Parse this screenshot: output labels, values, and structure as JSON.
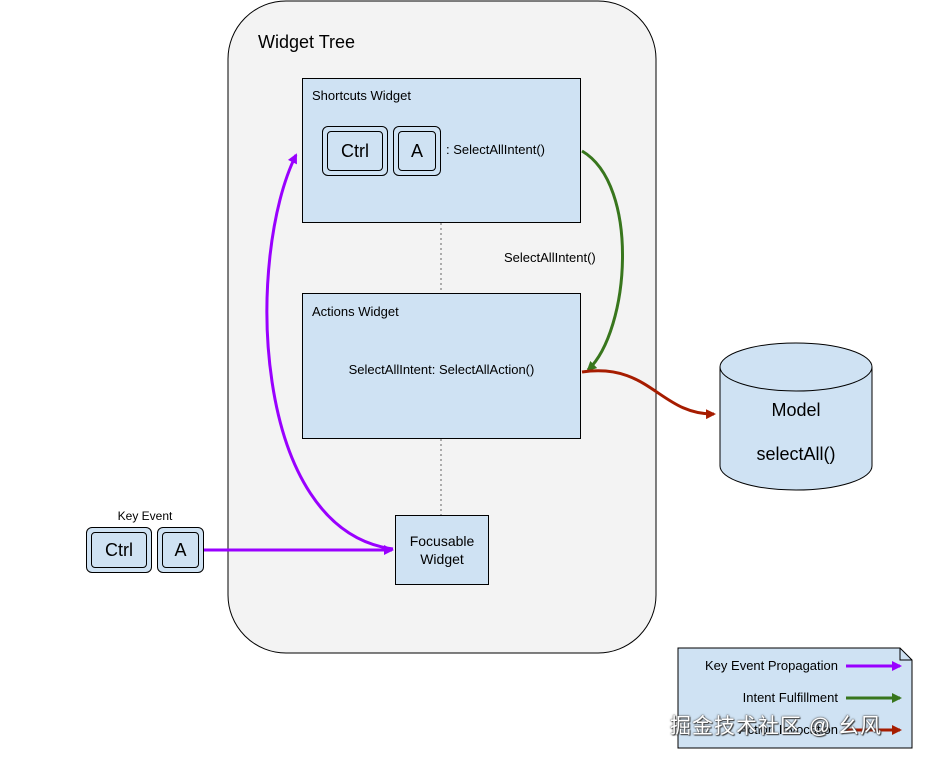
{
  "widget_tree": {
    "title": "Widget Tree"
  },
  "shortcuts_widget": {
    "title": "Shortcuts Widget",
    "keys": [
      "Ctrl",
      "A"
    ],
    "mapping": ": SelectAllIntent()"
  },
  "intent_label": "SelectAllIntent()",
  "actions_widget": {
    "title": "Actions Widget",
    "mapping": "SelectAllIntent: SelectAllAction()"
  },
  "focusable_widget": {
    "line1": "Focusable",
    "line2": "Widget"
  },
  "model": {
    "title": "Model",
    "method": "selectAll()"
  },
  "key_event": {
    "label": "Key Event",
    "keys": [
      "Ctrl",
      "A"
    ]
  },
  "legend": {
    "items": [
      {
        "label": "Key Event Propagation",
        "color": "#9900ff"
      },
      {
        "label": "Intent Fulfillment",
        "color": "#38761d"
      },
      {
        "label": "Action Invocation",
        "color": "#a61c00"
      }
    ]
  },
  "watermark": "掘金技术社区 @ 幺风",
  "colors": {
    "widget_fill": "#cfe2f3",
    "tree_fill": "#f3f3f3",
    "propagation": "#9900ff",
    "fulfillment": "#38761d",
    "invocation": "#a61c00"
  }
}
